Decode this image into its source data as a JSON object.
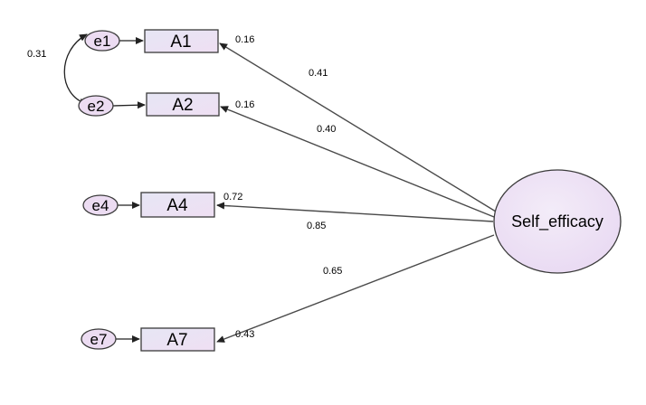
{
  "colors": {
    "box_fill_start": "#e6e6f4",
    "box_fill_end": "#efdff3",
    "ellipse_fill": "#ecdcf2",
    "stroke": "#3a3a3a"
  },
  "latent": {
    "label": "Self_efficacy"
  },
  "errors": [
    {
      "id": "e1",
      "label": "e1"
    },
    {
      "id": "e2",
      "label": "e2"
    },
    {
      "id": "e4",
      "label": "e4"
    },
    {
      "id": "e7",
      "label": "e7"
    }
  ],
  "indicators": [
    {
      "id": "A1",
      "label": "A1",
      "r_squared": "0.16",
      "loading": "0.41"
    },
    {
      "id": "A2",
      "label": "A2",
      "r_squared": "0.16",
      "loading": "0.40"
    },
    {
      "id": "A4",
      "label": "A4",
      "r_squared": "0.72",
      "loading": "0.85"
    },
    {
      "id": "A7",
      "label": "A7",
      "r_squared": "0.43",
      "loading": "0.65"
    }
  ],
  "error_covariance": {
    "from": "e1",
    "to": "e2",
    "value": "0.31"
  }
}
